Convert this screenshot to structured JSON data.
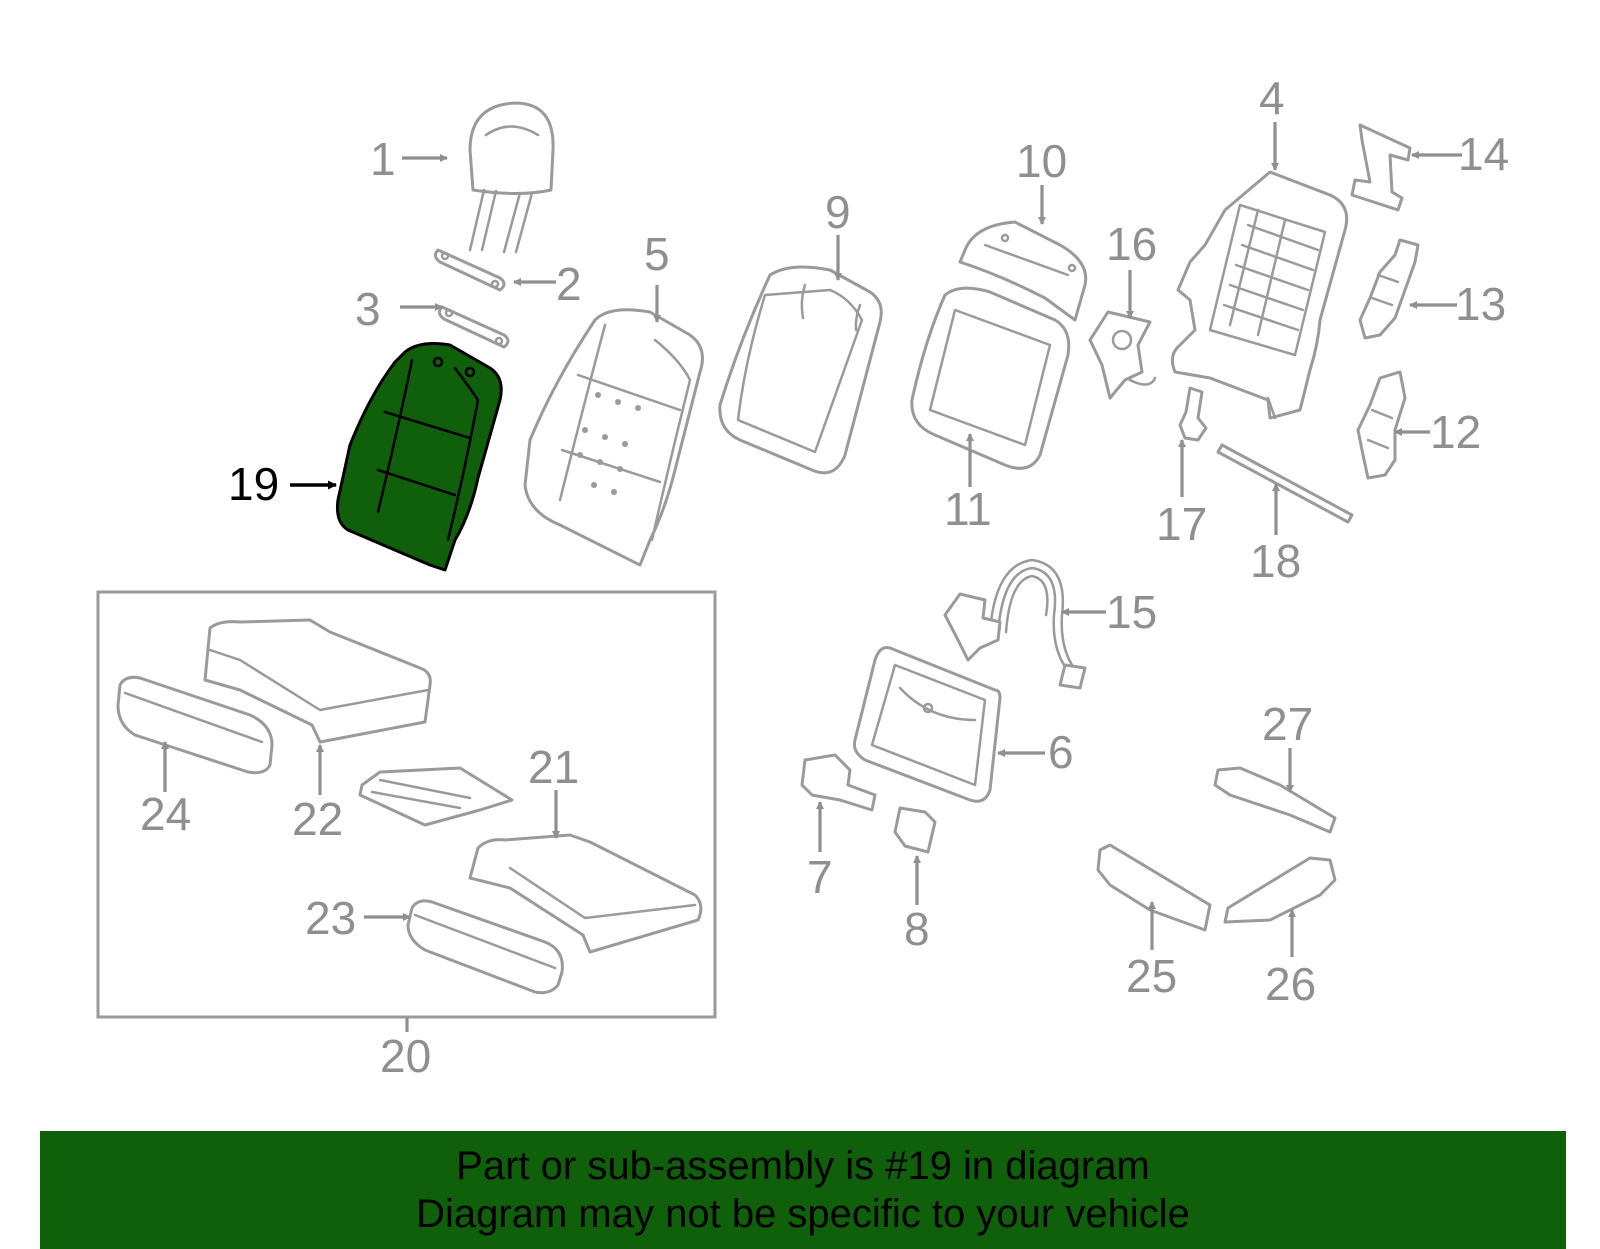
{
  "highlight": {
    "part_number": "19",
    "fill_color": "#0f5f0b",
    "outline_color": "#000000"
  },
  "callouts": {
    "c1": "1",
    "c2": "2",
    "c3": "3",
    "c4": "4",
    "c5": "5",
    "c6": "6",
    "c7": "7",
    "c8": "8",
    "c9": "9",
    "c10": "10",
    "c11": "11",
    "c12": "12",
    "c13": "13",
    "c14": "14",
    "c15": "15",
    "c16": "16",
    "c17": "17",
    "c18": "18",
    "c19": "19",
    "c20": "20",
    "c21": "21",
    "c22": "22",
    "c23": "23",
    "c24": "24",
    "c25": "25",
    "c26": "26",
    "c27": "27"
  },
  "colors": {
    "line_art": "#9a9a9a",
    "callout_text": "#8f8f8f",
    "banner_background": "#0f5f0b",
    "banner_text": "#000000"
  },
  "footer": {
    "line1": "Part or sub-assembly is #19 in diagram",
    "line2": "Diagram may not be specific to your vehicle"
  }
}
